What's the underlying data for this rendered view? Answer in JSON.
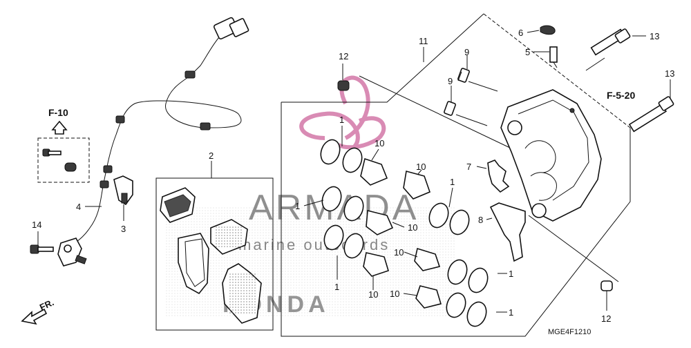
{
  "diagram": {
    "code": "MGE4F1210",
    "callouts": [
      "1",
      "2",
      "3",
      "4",
      "5",
      "6",
      "7",
      "8",
      "9",
      "10",
      "11",
      "12",
      "13",
      "14"
    ],
    "refs": {
      "f10": "F-10",
      "f520": "F-5-20"
    },
    "front_label": "FR.",
    "watermark": {
      "brand": "ARMADA",
      "tagline": "marine outboards",
      "logo_text": "HONDA"
    }
  }
}
